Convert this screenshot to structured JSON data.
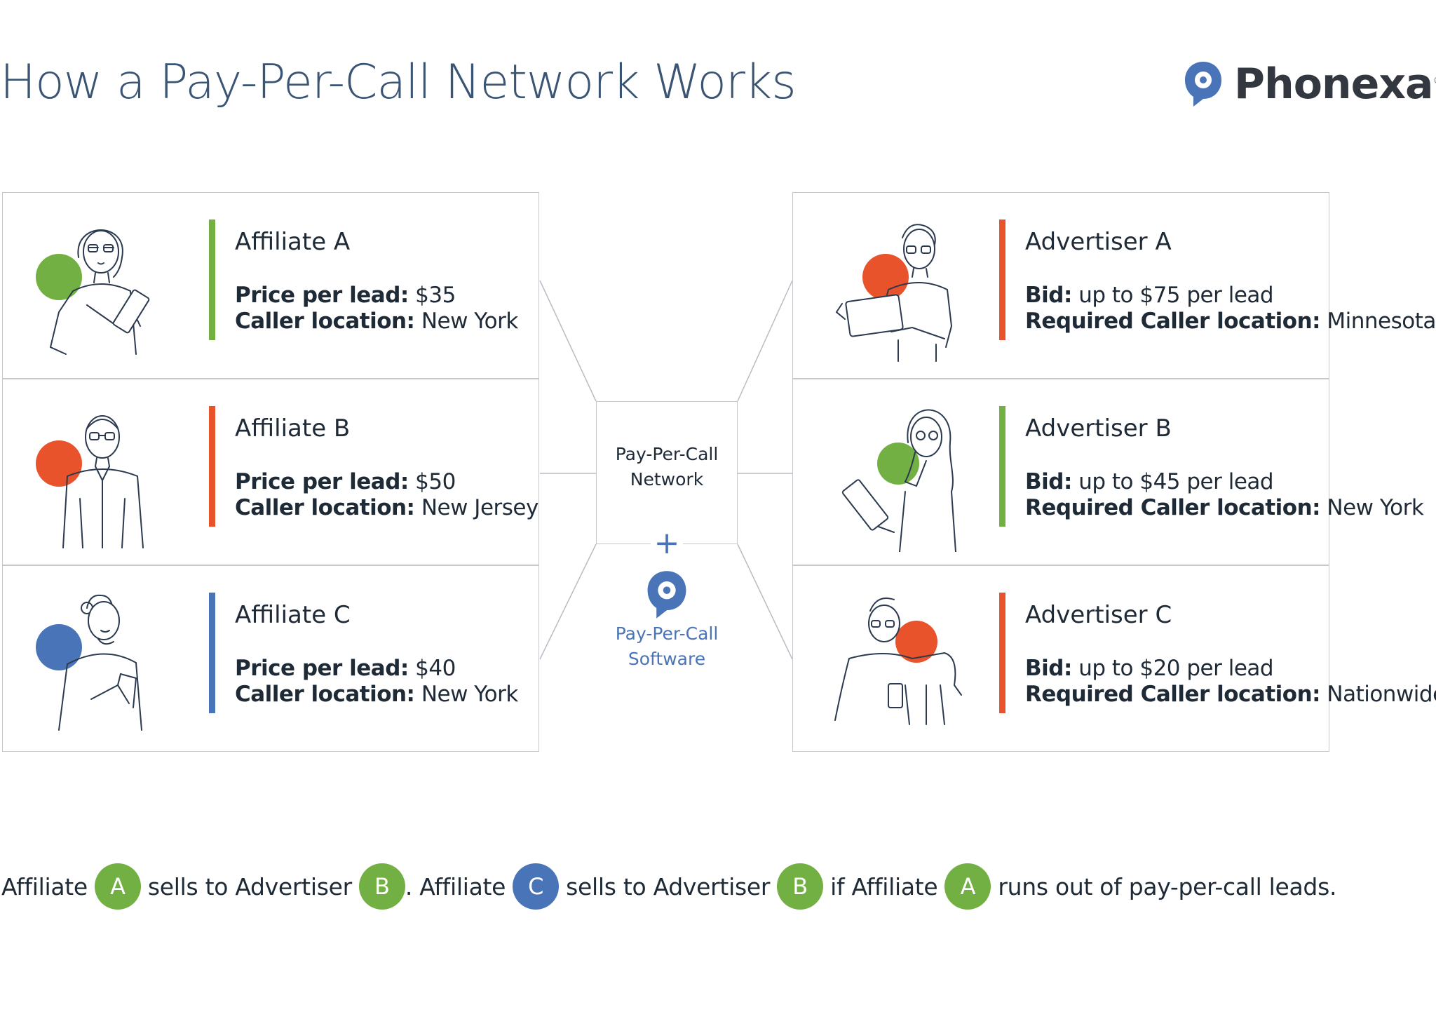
{
  "title": "How a Pay-Per-Call Network Works",
  "brand": {
    "name": "Phonexa",
    "reg": "®",
    "color": "#4a74b8"
  },
  "colors": {
    "green": "#72b043",
    "orange": "#e8532b",
    "blue": "#4a74b8",
    "title": "#3a5474"
  },
  "affiliates": [
    {
      "name": "Affiliate A",
      "price_label": "Price per lead:",
      "price": "$35",
      "loc_label": "Caller location:",
      "location": "New York",
      "accent": "#72b043",
      "icon": "woman-with-tablet-icon"
    },
    {
      "name": "Affiliate B",
      "price_label": "Price per lead:",
      "price": "$50",
      "loc_label": "Caller location:",
      "location": "New Jersey",
      "accent": "#e8532b",
      "icon": "man-with-glasses-icon"
    },
    {
      "name": "Affiliate C",
      "price_label": "Price per lead:",
      "price": "$40",
      "loc_label": "Caller location:",
      "location": "New York",
      "accent": "#4a74b8",
      "icon": "woman-with-phone-icon"
    }
  ],
  "advertisers": [
    {
      "name": "Advertiser A",
      "bid_label": "Bid:",
      "bid": "up to $75 per lead",
      "loc_label": "Required Caller location:",
      "location": "Minnesota",
      "accent": "#e8532b",
      "icon": "man-with-laptop-icon"
    },
    {
      "name": "Advertiser B",
      "bid_label": "Bid:",
      "bid": "up to $45 per lead",
      "loc_label": "Required Caller location:",
      "location": "New York",
      "accent": "#72b043",
      "icon": "woman-thinking-with-tablet-icon"
    },
    {
      "name": "Advertiser C",
      "bid_label": "Bid:",
      "bid": "up to $20 per lead",
      "loc_label": "Required Caller location:",
      "location": "Nationwide",
      "accent": "#e8532b",
      "icon": "man-on-couch-with-phone-icon"
    }
  ],
  "network": {
    "label_line1": "Pay-Per-Call",
    "label_line2": "Network",
    "plus": "+",
    "software_line1": "Pay-Per-Call",
    "software_line2": "Software"
  },
  "summary": {
    "t1": "Affiliate",
    "b1": "A",
    "t2": "sells to Advertiser",
    "b2": "B",
    "t3": ". Affiliate",
    "b3": "C",
    "t4": "sells to Advertiser",
    "b4": "B",
    "t5": "if Affiliate",
    "b5": "A",
    "t6": "runs out of pay-per-call leads."
  }
}
